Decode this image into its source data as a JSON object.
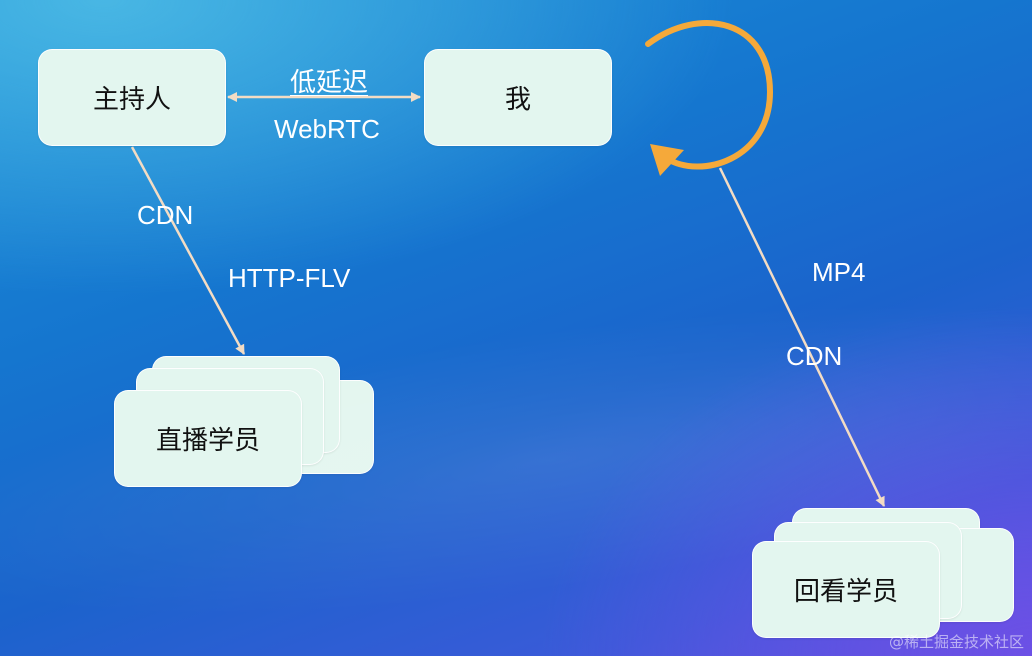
{
  "nodes": {
    "host": "主持人",
    "me": "我",
    "live_students": "直播学员",
    "replay_students": "回看学员"
  },
  "edges": {
    "host_me_top": "低延迟",
    "host_me_bottom": "WebRTC",
    "host_live_1": "CDN",
    "host_live_2": "HTTP-FLV",
    "me_replay_1": "MP4",
    "me_replay_2": "CDN"
  },
  "watermark": "@稀土掘金技术社区",
  "colors": {
    "node_fill": "#e3f6ef",
    "line": "#f3dcc4",
    "loop_arrow": "#f5a93a"
  }
}
